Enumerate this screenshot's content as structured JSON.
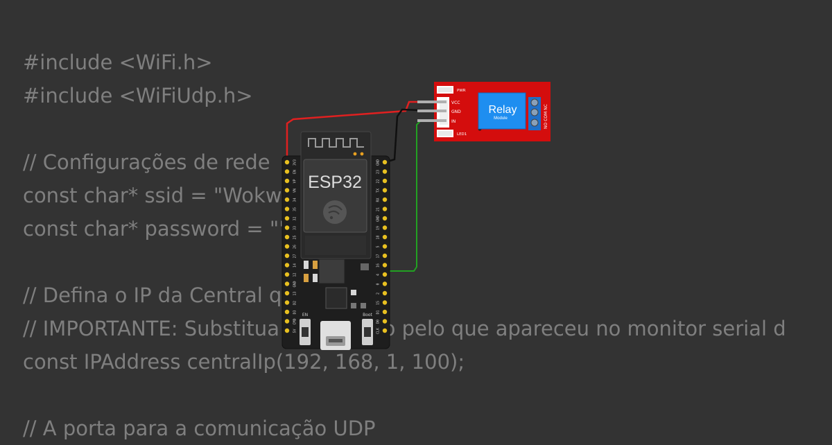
{
  "code": {
    "lines": [
      "#include <WiFi.h>",
      "#include <WiFiUdp.h>",
      "",
      "// Configurações de rede",
      "const char* ssid = \"Wokwi-GUEST\";",
      "const char* password = \"\";",
      "",
      "// Defina o IP da Central que abre.",
      "// IMPORTANTE: Substitua o IP abaixo pelo que apareceu no monitor serial d",
      "const IPAddress centralIp(192, 168, 1, 100);",
      "",
      "// A porta para a comunicação UDP"
    ]
  },
  "esp32": {
    "label": "ESP32",
    "button_en": "EN",
    "button_boot": "Boot",
    "left_pins": [
      "3V3",
      "EN",
      "VP",
      "VN",
      "34",
      "35",
      "32",
      "33",
      "25",
      "26",
      "27",
      "14",
      "12",
      "GND",
      "13",
      "D2",
      "D3",
      "CMD",
      "5V"
    ],
    "right_pins": [
      "GND",
      "23",
      "22",
      "TX",
      "RX",
      "21",
      "GND",
      "19",
      "18",
      "5",
      "17",
      "16",
      "4",
      "0",
      "2",
      "15",
      "D1",
      "D0",
      "CLK"
    ]
  },
  "relay": {
    "title": "Relay",
    "subtitle": "Module",
    "pin_vcc": "VCC",
    "pin_gnd": "GND",
    "pin_in": "IN",
    "led_pwr": "PWR",
    "led_led1": "LED1",
    "terminal_labels": "NO COM NC"
  },
  "colors": {
    "background": "#333333",
    "code_text": "#7f7f7f",
    "board": "#1e1e1e",
    "relay_pcb": "#d40d0d",
    "relay_body": "#1e8ef0",
    "wire_red": "#e02020",
    "wire_black": "#101010",
    "wire_green": "#22a222",
    "pin_gold": "#e8c020"
  }
}
